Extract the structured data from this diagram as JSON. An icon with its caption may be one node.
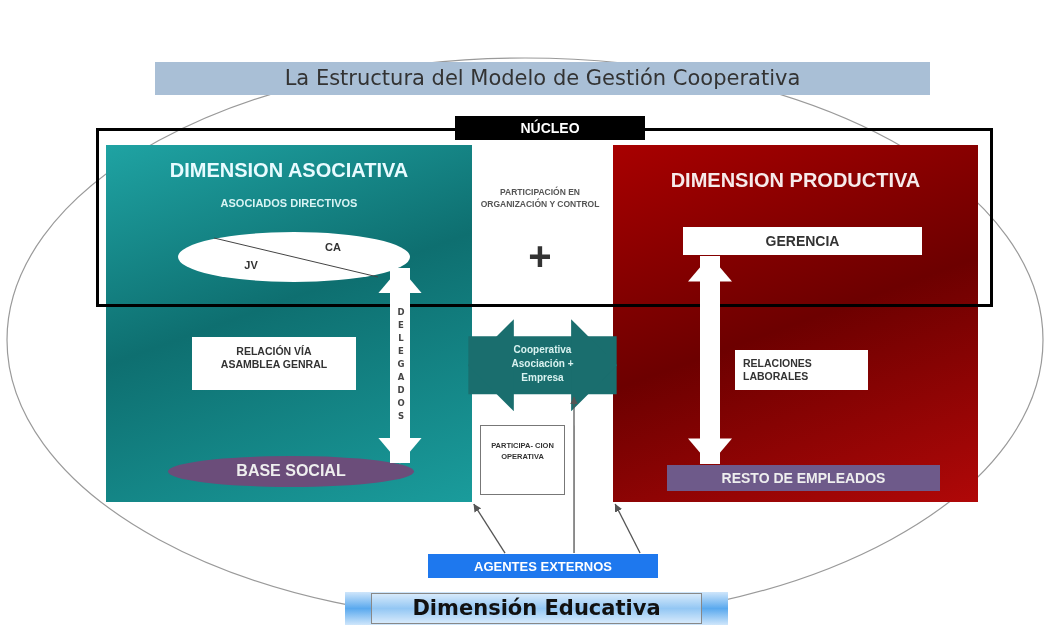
{
  "diagram": {
    "title": "La Estructura del Modelo de Gestión Cooperativa",
    "nodes": [
      {
        "text": [
          "NÚCLEO"
        ]
      },
      {
        "text": [
          "DIMENSION ASOCIATIVA",
          "ASOCIADOS DIRECTIVOS"
        ]
      },
      {
        "text": [
          "CA",
          "JV"
        ],
        "in": 1
      },
      {
        "text": [
          "RELACIÓN VÍA ASAMBLEA GENRAL"
        ],
        "in": 1
      },
      {
        "text": [
          "BASE SOCIAL"
        ],
        "in": 1
      },
      {
        "text": [
          "DIMENSION PRODUCTIVA"
        ]
      },
      {
        "text": [
          "GERENCIA"
        ],
        "in": 5
      },
      {
        "text": [
          "RELACIONES LABORALES"
        ],
        "in": 5
      },
      {
        "text": [
          "RESTO DE EMPLEADOS"
        ],
        "in": 5
      },
      {
        "text": [
          "PARTICIPA- CION OPERATIVA"
        ]
      },
      {
        "text": [
          "AGENTES EXTERNOS"
        ]
      },
      {
        "text": [
          "Dimensión Educativa"
        ]
      }
    ],
    "edges": [
      {
        "from": 2,
        "to": 4,
        "arrow": "both",
        "label": "DELEGADOS",
        "style": "thick",
        "color": "#ffffff"
      },
      {
        "from": 6,
        "to": 8,
        "arrow": "both",
        "style": "thick",
        "color": "#ffffff"
      },
      {
        "from": 1,
        "to": 5,
        "arrow": "both",
        "label": "Cooperativa Asociación + Empresa",
        "style": "thick",
        "color": "#1a6e6e"
      },
      {
        "from": 10,
        "to": 1,
        "arrow": "to"
      },
      {
        "from": 10,
        "to": null,
        "arrow": "to"
      },
      {
        "from": 10,
        "to": 5,
        "arrow": "to"
      }
    ],
    "labels": [
      "PARTICIPACIÓN EN ORGANIZACIÓN Y CONTROL",
      "+"
    ]
  }
}
